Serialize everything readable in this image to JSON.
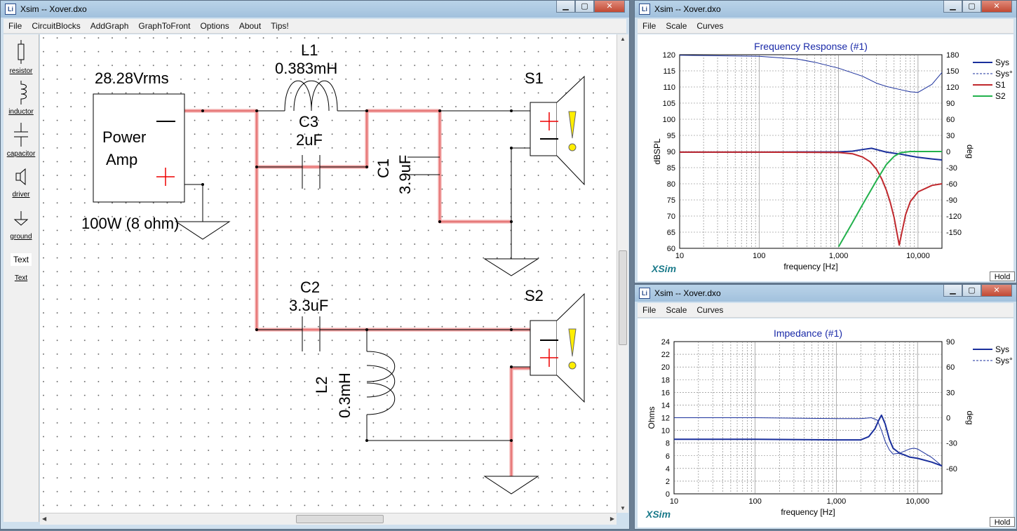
{
  "main_window": {
    "title": "Xsim -- Xover.dxo",
    "menu": [
      "File",
      "CircuitBlocks",
      "AddGraph",
      "GraphToFront",
      "Options",
      "About",
      "Tips!"
    ],
    "toolbox": [
      {
        "label": "resistor",
        "icon": "resistor-icon"
      },
      {
        "label": "inductor",
        "icon": "inductor-icon"
      },
      {
        "label": "capacitor",
        "icon": "capacitor-icon"
      },
      {
        "label": "driver",
        "icon": "driver-icon"
      },
      {
        "label": "ground",
        "icon": "ground-icon"
      },
      {
        "label": "Text",
        "icon": "text-icon",
        "glyph": "Text"
      }
    ],
    "circuit": {
      "source_voltage": "28.28Vrms",
      "source_label_line1": "Power",
      "source_label_line2": "Amp",
      "source_power": "100W (8 ohm)",
      "L1_name": "L1",
      "L1_value": "0.383mH",
      "C3_name": "C3",
      "C3_value": "2uF",
      "C1_name": "C1",
      "C1_value": "3.9uF",
      "S1_name": "S1",
      "C2_name": "C2",
      "C2_value": "3.3uF",
      "L2_name": "L2",
      "L2_value": "0.3mH",
      "S2_name": "S2"
    }
  },
  "freq_window": {
    "title": "Xsim -- Xover.dxo",
    "menu": [
      "File",
      "Scale",
      "Curves"
    ],
    "brand": "XSim",
    "hold_label": "Hold",
    "chart_data": {
      "type": "line",
      "title": "Frequency Response (#1)",
      "xlabel": "frequency [Hz]",
      "ylabel": "dBSPL",
      "y2label": "deg",
      "xscale": "log",
      "xlim": [
        10,
        20000
      ],
      "ylim": [
        60,
        120
      ],
      "y2lim": [
        -180,
        180
      ],
      "x_ticks": [
        "10",
        "100",
        "1,000",
        "10,000"
      ],
      "y_ticks": [
        "60",
        "65",
        "70",
        "75",
        "80",
        "85",
        "90",
        "95",
        "100",
        "105",
        "110",
        "115",
        "120"
      ],
      "y2_ticks": [
        "-150",
        "-120",
        "-90",
        "-60",
        "-30",
        "0",
        "30",
        "60",
        "90",
        "120",
        "150",
        "180"
      ],
      "legend": [
        {
          "name": "Sys",
          "color": "#1a2f9c",
          "dashed": false
        },
        {
          "name": "Sys°",
          "color": "#1a2f9c",
          "dashed": true
        },
        {
          "name": "S1",
          "color": "#c0282d",
          "dashed": false
        },
        {
          "name": "S2",
          "color": "#22b14c",
          "dashed": false
        }
      ],
      "grid": true,
      "series": [
        {
          "name": "Sys",
          "axis": "y",
          "x": [
            10,
            100,
            1000,
            1500,
            2000,
            2600,
            3000,
            4000,
            6000,
            8000,
            10000,
            15000,
            20000
          ],
          "y": [
            89.8,
            89.8,
            89.9,
            90.1,
            90.6,
            91.0,
            90.6,
            89.8,
            89.2,
            88.6,
            88.2,
            87.7,
            87.4
          ]
        },
        {
          "name": "Sys°",
          "axis": "y2",
          "x": [
            10,
            100,
            300,
            500,
            1000,
            2000,
            3000,
            4000,
            6000,
            8000,
            10000,
            15000,
            20000
          ],
          "y": [
            179,
            177,
            172,
            166,
            155,
            140,
            127,
            121,
            115,
            111,
            110,
            125,
            147
          ]
        },
        {
          "name": "S1",
          "axis": "y",
          "x": [
            10,
            100,
            1000,
            1500,
            2000,
            2500,
            3000,
            3500,
            4000,
            4500,
            5000,
            5500,
            5800,
            6200,
            7000,
            8000,
            10000,
            15000,
            20000
          ],
          "y": [
            89.8,
            89.8,
            89.7,
            89.3,
            88.3,
            86.8,
            84.5,
            81.5,
            78.0,
            74.0,
            69.5,
            64.0,
            61.0,
            64.5,
            70.5,
            74.5,
            77.5,
            79.5,
            80.0
          ]
        },
        {
          "name": "S2",
          "axis": "y",
          "x": [
            1000,
            1500,
            2000,
            3000,
            4000,
            5000,
            6000,
            8000,
            10000,
            15000,
            20000
          ],
          "y": [
            60.5,
            68.0,
            73.5,
            81.0,
            86.0,
            88.5,
            89.6,
            90.0,
            90.0,
            90.0,
            90.0
          ]
        }
      ]
    }
  },
  "imp_window": {
    "title": "Xsim -- Xover.dxo",
    "menu": [
      "File",
      "Scale",
      "Curves"
    ],
    "brand": "XSim",
    "hold_label": "Hold",
    "chart_data": {
      "type": "line",
      "title": "Impedance (#1)",
      "xlabel": "frequency [Hz]",
      "ylabel": "Ohms",
      "y2label": "deg",
      "xscale": "log",
      "xlim": [
        10,
        20000
      ],
      "ylim": [
        0,
        24
      ],
      "y2lim": [
        -90,
        90
      ],
      "x_ticks": [
        "10",
        "100",
        "1,000",
        "10,000"
      ],
      "y_ticks": [
        "0",
        "2",
        "4",
        "6",
        "8",
        "10",
        "12",
        "14",
        "16",
        "18",
        "20",
        "22",
        "24"
      ],
      "y2_ticks": [
        "-60",
        "-30",
        "0",
        "30",
        "60",
        "90"
      ],
      "legend": [
        {
          "name": "Sys",
          "color": "#1a2f9c",
          "dashed": false
        },
        {
          "name": "Sys°",
          "color": "#1a2f9c",
          "dashed": true
        }
      ],
      "grid": true,
      "series": [
        {
          "name": "Sys",
          "axis": "y",
          "x": [
            10,
            100,
            1000,
            2000,
            2500,
            3000,
            3300,
            3600,
            4000,
            4500,
            5000,
            6000,
            7000,
            8000,
            10000,
            15000,
            20000
          ],
          "y": [
            8.6,
            8.6,
            8.5,
            8.5,
            9.0,
            10.3,
            11.5,
            12.4,
            11.0,
            8.6,
            7.2,
            6.4,
            6.1,
            5.8,
            5.6,
            5.0,
            4.4
          ]
        },
        {
          "name": "Sys°",
          "axis": "y2",
          "x": [
            10,
            100,
            1000,
            2000,
            2700,
            3200,
            3600,
            4000,
            4500,
            5000,
            6000,
            8000,
            9000,
            10000,
            15000,
            20000
          ],
          "y": [
            0,
            0,
            -1,
            -1,
            0,
            -3,
            -15,
            -28,
            -38,
            -43,
            -42,
            -37,
            -36,
            -37,
            -47,
            -57
          ]
        }
      ]
    }
  }
}
